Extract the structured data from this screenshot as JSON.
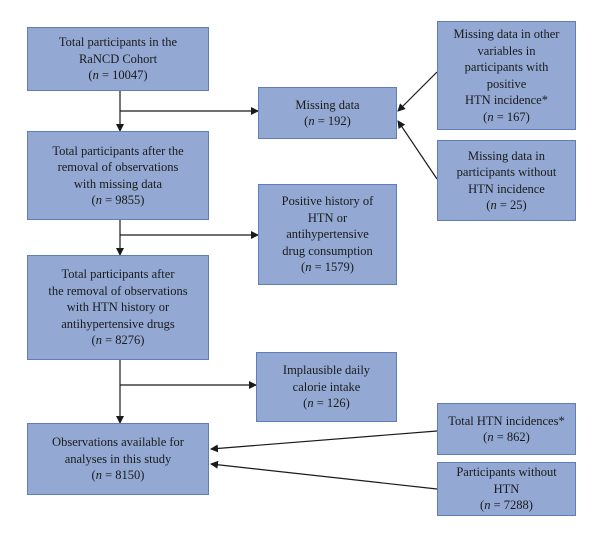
{
  "nodes": {
    "total": {
      "lines": [
        "Total participants in the",
        "RaNCD Cohort"
      ],
      "count": "= 10047)"
    },
    "after_missing": {
      "lines": [
        "Total participants after the",
        "removal of observations",
        "with missing data"
      ],
      "count": "= 9855)"
    },
    "after_htn": {
      "lines": [
        "Total participants after",
        "the removal of observations",
        "with HTN history or",
        "antihypertensive drugs"
      ],
      "count": "= 8276)"
    },
    "available": {
      "lines": [
        "Observations available for",
        "analyses in this study"
      ],
      "count": "= 8150)"
    },
    "missing": {
      "lines": [
        "Missing data"
      ],
      "count": "= 192)"
    },
    "positive_history": {
      "lines": [
        "Positive history of",
        "HTN or",
        "antihypertensive",
        "drug consumption"
      ],
      "count": "= 1579)"
    },
    "implausible": {
      "lines": [
        "Implausible daily",
        "calorie intake"
      ],
      "count": "= 126)"
    },
    "missing_other": {
      "lines": [
        "Missing data in other",
        "variables in",
        "participants with",
        "positive",
        "HTN incidence*"
      ],
      "count": "= 167)"
    },
    "missing_without": {
      "lines": [
        "Missing data in",
        "participants without",
        "HTN incidence"
      ],
      "count": "= 25)"
    },
    "total_htn": {
      "lines": [
        "Total HTN incidences*"
      ],
      "count": "= 862)"
    },
    "without_htn": {
      "lines": [
        "Participants without",
        "HTN"
      ],
      "count": "= 7288)"
    }
  },
  "count_symbol": "n",
  "colors": {
    "box_fill": "#93a9d3",
    "box_border": "#5f7db8",
    "arrow": "#1a1a1a"
  }
}
